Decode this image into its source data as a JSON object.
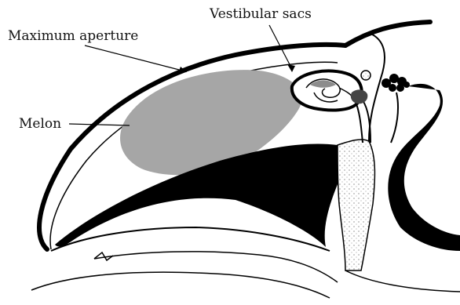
{
  "diagram": {
    "labels": {
      "vestibular_sacs": "Vestibular sacs",
      "maximum_aperture": "Maximum aperture",
      "melon": "Melon"
    },
    "colors": {
      "melon_fill": "#a6a6a6",
      "outline": "#000000",
      "tissue_stipple": "#555555",
      "background": "#ffffff"
    }
  }
}
